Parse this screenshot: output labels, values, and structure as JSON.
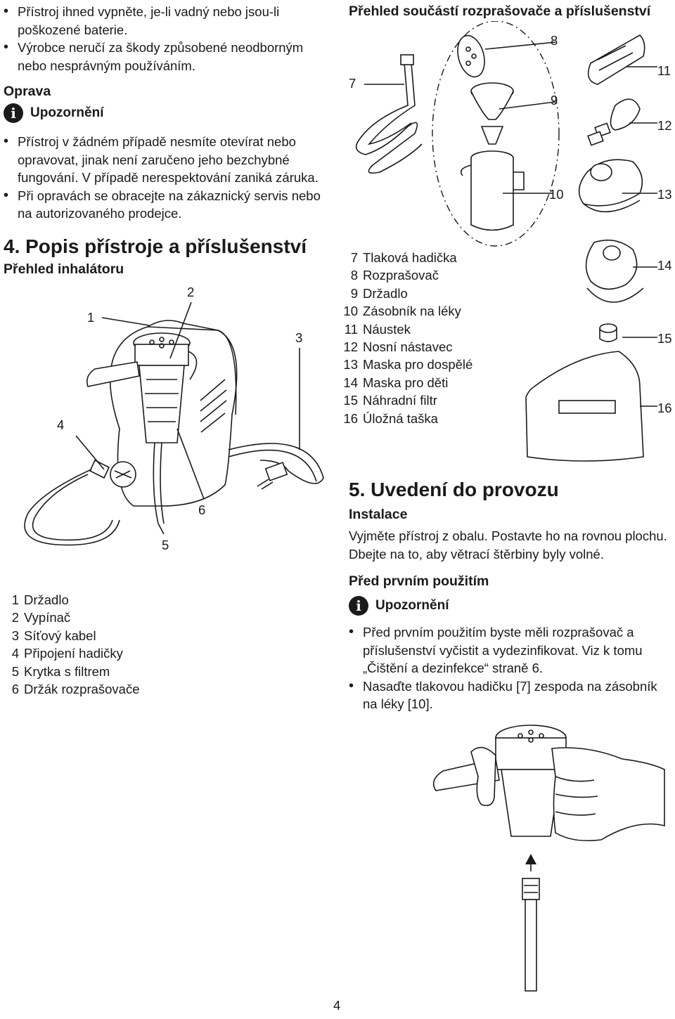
{
  "left": {
    "intro_bullets": [
      "Přístroj ihned vypněte, je-li vadný nebo jsou-li poškozené baterie.",
      "Výrobce neručí za škody způsobené neodborným nebo nesprávným používáním."
    ],
    "repair_heading": "Oprava",
    "warning_label": "Upozornění",
    "repair_bullets": [
      "Přístroj v žádném případě nesmíte otevírat nebo opravovat, jinak není zaručeno jeho bezchybné fungování. V případě nerespektování zaniká záruka.",
      "Při opravách se obracejte na zákaznický servis nebo na autorizovaného prodejce."
    ],
    "section4_title": "4. Popis přístroje a příslušenství",
    "inhalator_heading": "Přehled inhalátoru",
    "callouts": [
      "1",
      "2",
      "3",
      "4",
      "5",
      "6"
    ],
    "legend": [
      {
        "num": "1",
        "text": "Držadlo"
      },
      {
        "num": "2",
        "text": "Vypínač"
      },
      {
        "num": "3",
        "text": "Síťový kabel"
      },
      {
        "num": "4",
        "text": "Připojení hadičky"
      },
      {
        "num": "5",
        "text": "Krytka s filtrem"
      },
      {
        "num": "6",
        "text": "Držák rozprašovače"
      }
    ]
  },
  "right": {
    "parts_heading": "Přehled součástí rozprašovače a příslušenství",
    "callouts": [
      "7",
      "8",
      "9",
      "10",
      "11",
      "12",
      "13",
      "14",
      "15",
      "16"
    ],
    "legend": [
      {
        "num": "7",
        "text": "Tlaková hadička"
      },
      {
        "num": "8",
        "text": "Rozprašovač"
      },
      {
        "num": "9",
        "text": "Držadlo"
      },
      {
        "num": "10",
        "text": "Zásobník na léky"
      },
      {
        "num": "11",
        "text": "Náustek"
      },
      {
        "num": "12",
        "text": "Nosní nástavec"
      },
      {
        "num": "13",
        "text": "Maska pro dospělé"
      },
      {
        "num": "14",
        "text": "Maska pro děti"
      },
      {
        "num": "15",
        "text": "Náhradní filtr"
      },
      {
        "num": "16",
        "text": "Úložná taška"
      }
    ],
    "section5_title": "5. Uvedení do provozu",
    "install_heading": "Instalace",
    "install_text": "Vyjměte přístroj z obalu. Postavte ho na rovnou plochu. Dbejte na to, aby větrací štěrbiny byly volné.",
    "first_use_heading": "Před prvním použitím",
    "warning_label": "Upozornění",
    "first_use_bullets": [
      "Před prvním použitím byste měli rozprašovač a příslušenství vyčistit a vydezinfikovat. Viz k tomu „Čištění a dezinfekce“ straně 6.",
      "Nasaďte tlakovou hadičku [7] zespoda na zásobník na léky [10]."
    ]
  },
  "page_number": "4"
}
